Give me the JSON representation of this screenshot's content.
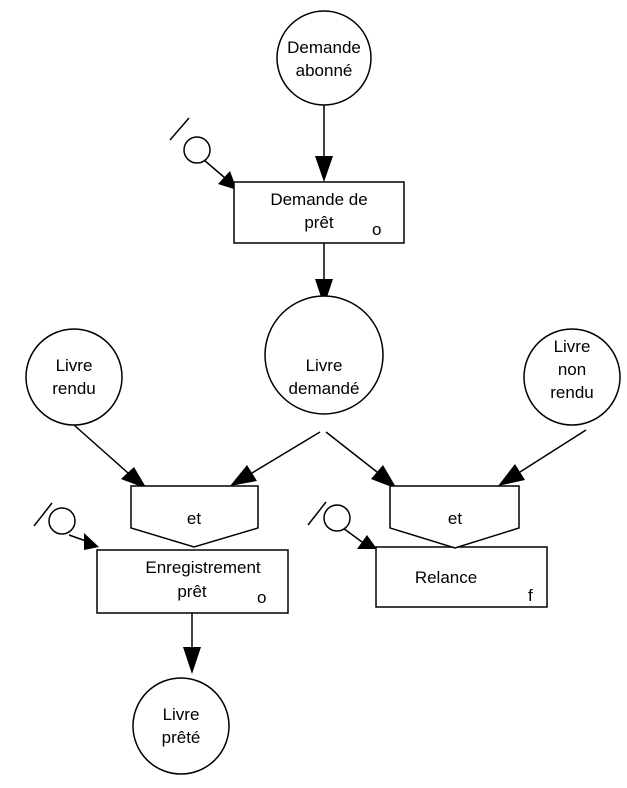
{
  "events": {
    "demande_abonne": [
      "Demande",
      "abonné"
    ],
    "livre_rendu": [
      "Livre",
      "rendu"
    ],
    "livre_demande": [
      "Livre",
      "demandé"
    ],
    "livre_non_rendu": [
      "Livre",
      "non",
      "rendu"
    ],
    "livre_prete": [
      "Livre",
      "prêté"
    ]
  },
  "operations": {
    "demande_pret": {
      "lines": [
        "Demande de",
        "prêt"
      ],
      "flag": "o"
    },
    "enregistrement_pret": {
      "lines": [
        "Enregistrement",
        "prêt"
      ],
      "flag": "o"
    },
    "relance": {
      "lines": [
        "Relance"
      ],
      "flag": "f"
    }
  },
  "synchros": {
    "left": "et",
    "right": "et"
  }
}
